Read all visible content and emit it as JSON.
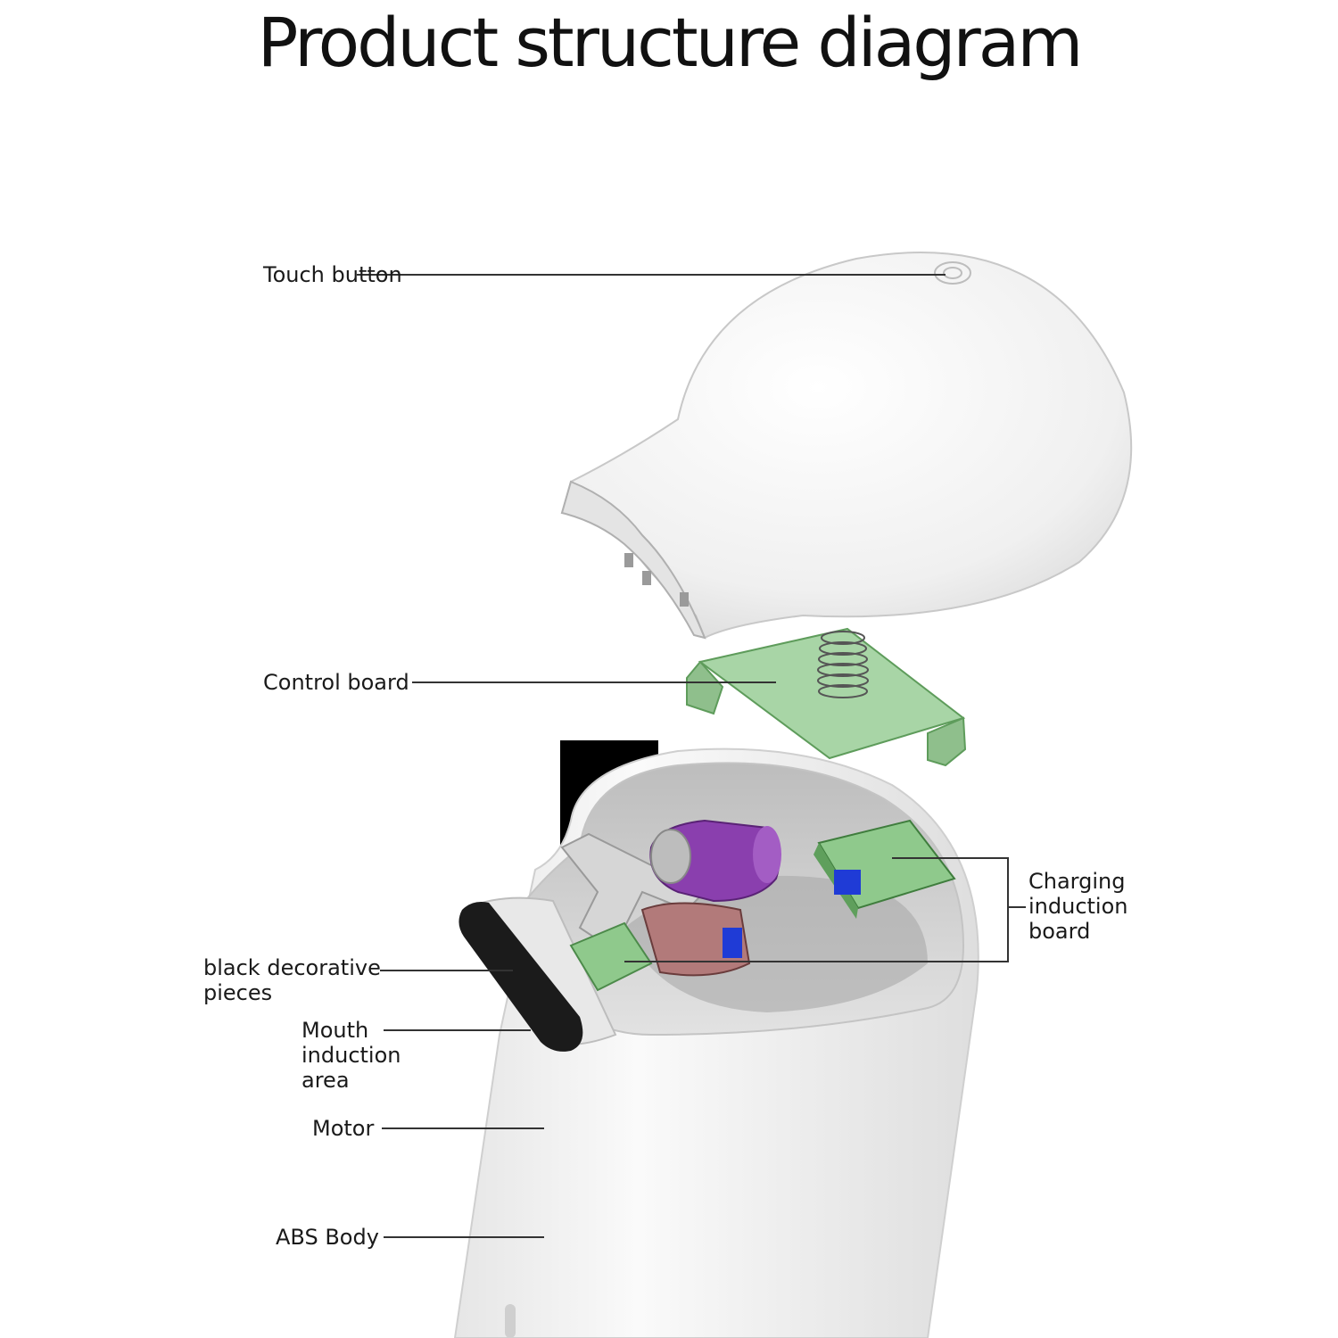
{
  "title": "Product  structure diagram",
  "labels": {
    "touch_button": "Touch button",
    "control_board": "Control board",
    "charging_induction_board": "Charging\ninduction\nboard",
    "black_decorative_pieces": "black decorative\npieces",
    "mouth_induction_area": "Mouth\ninduction\narea",
    "motor": "Motor",
    "abs_body": "ABS Body"
  },
  "colors": {
    "shell": "#f2f2f2",
    "board_green": "#a8d5a6",
    "motor_purple": "#8a3fae",
    "bracket": "#cfcfcf",
    "leader_line": "#333333",
    "decorative_black": "#1b1b1b"
  }
}
